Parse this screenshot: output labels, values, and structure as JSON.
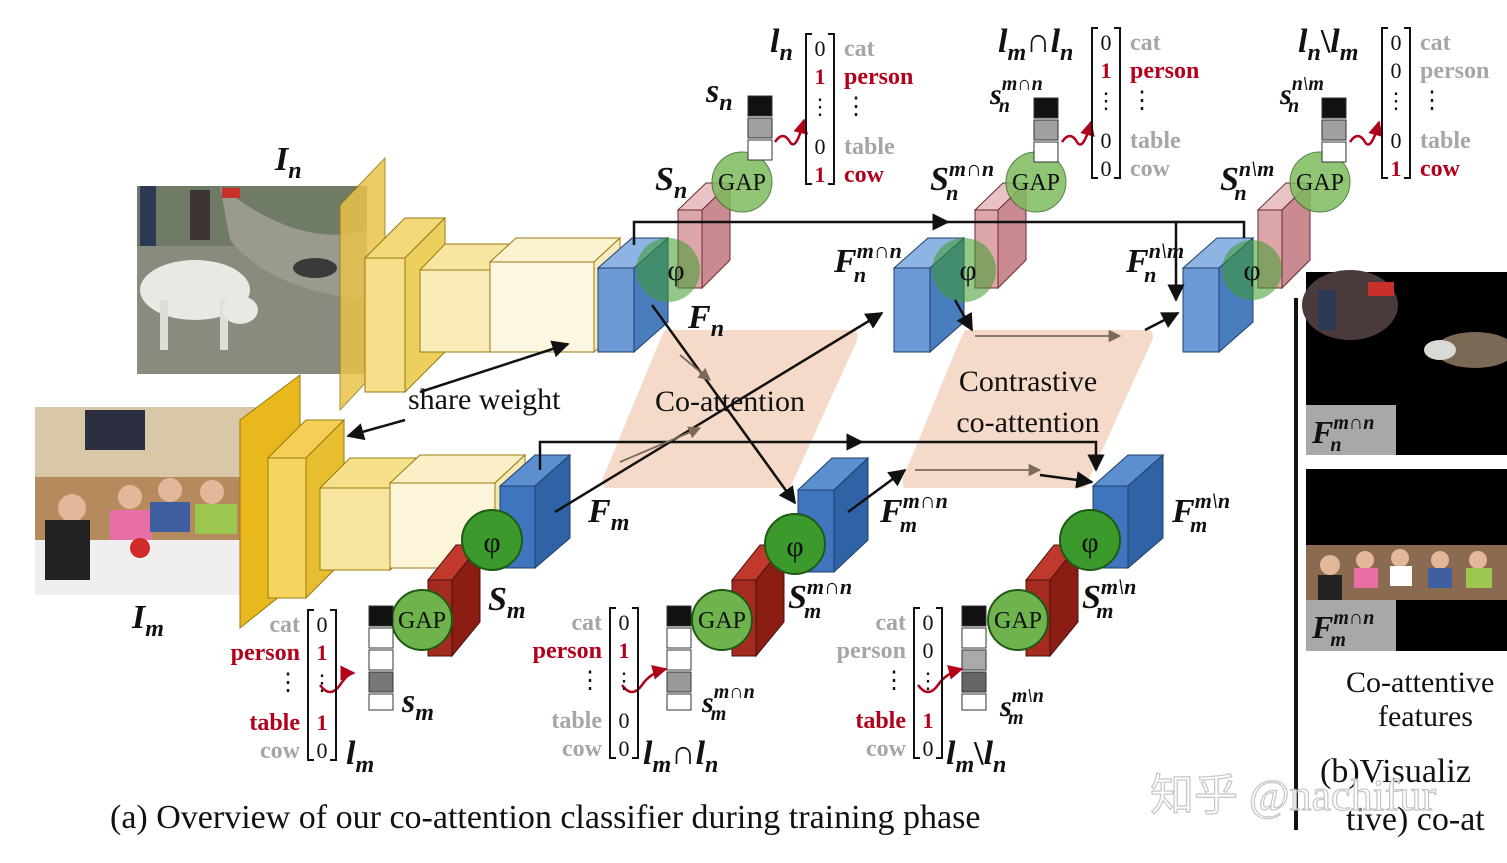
{
  "caption_a": "(a) Overview of our co-attention classifier during training phase",
  "caption_b": "(b)Visualiz",
  "caption_b2": "tive) co-at",
  "side_label_1": "Co-attentive",
  "side_label_2": "features",
  "watermark": "知乎 @nachifur",
  "share_weight": "share weight",
  "coattention": "Co-attention",
  "contrastive_1": "Contrastive",
  "contrastive_2": "co-attention",
  "gap": "GAP",
  "phi": "φ",
  "labels": {
    "In": "I",
    "In_sub": "n",
    "Im": "I",
    "Im_sub": "m",
    "Fn": "F",
    "Fn_sub": "n",
    "Fm": "F",
    "Fm_sub": "m",
    "Sn": "S",
    "Sn_sub": "n",
    "Sm": "S",
    "Sm_sub": "m",
    "sn": "s",
    "sn_sub": "n",
    "sm": "s",
    "sm_sub": "m",
    "ln": "l",
    "ln_sub": "n",
    "lm": "l",
    "lm_sub": "m",
    "sup_and": "m∩n",
    "sup_nm": "n\\m",
    "sup_mn": "m\\n",
    "ln_and": "l",
    "and_sym": "∩",
    "diff_sym": "\\"
  },
  "vectors": {
    "top1": {
      "names": [
        "cat",
        "person",
        "⋮",
        "table",
        "cow"
      ],
      "vals": [
        "0",
        "1",
        "⋮",
        "0",
        "1"
      ],
      "colors": [
        "gray",
        "red",
        "blk",
        "gray",
        "red"
      ]
    },
    "top2": {
      "names": [
        "cat",
        "person",
        "⋮",
        "table",
        "cow"
      ],
      "vals": [
        "0",
        "1",
        "⋮",
        "0",
        "0"
      ],
      "colors": [
        "gray",
        "red",
        "blk",
        "gray",
        "gray"
      ]
    },
    "top3": {
      "names": [
        "cat",
        "person",
        "⋮",
        "table",
        "cow"
      ],
      "vals": [
        "0",
        "0",
        "⋮",
        "0",
        "1"
      ],
      "colors": [
        "gray",
        "gray",
        "blk",
        "gray",
        "red"
      ]
    },
    "bot1": {
      "names": [
        "cat",
        "person",
        "⋮",
        "table",
        "cow"
      ],
      "vals": [
        "0",
        "1",
        "⋮",
        "1",
        "0"
      ],
      "colors": [
        "gray",
        "red",
        "blk",
        "red",
        "gray"
      ]
    },
    "bot2": {
      "names": [
        "cat",
        "person",
        "⋮",
        "table",
        "cow"
      ],
      "vals": [
        "0",
        "1",
        "⋮",
        "0",
        "0"
      ],
      "colors": [
        "gray",
        "red",
        "blk",
        "gray",
        "gray"
      ]
    },
    "bot3": {
      "names": [
        "cat",
        "person",
        "⋮",
        "table",
        "cow"
      ],
      "vals": [
        "0",
        "0",
        "⋮",
        "1",
        "0"
      ],
      "colors": [
        "gray",
        "gray",
        "blk",
        "red",
        "gray"
      ]
    }
  },
  "colors": {
    "blue": "#5b8fd0",
    "red_block": "#a52a20",
    "pink_block": "#d9a3a8",
    "gap_green": "#7dbb5d",
    "phi_green": "#3c9a2c",
    "peach": "#f5d3bf",
    "yellow_dark": "#e8b81c",
    "yellow_light": "#f7eab5"
  }
}
